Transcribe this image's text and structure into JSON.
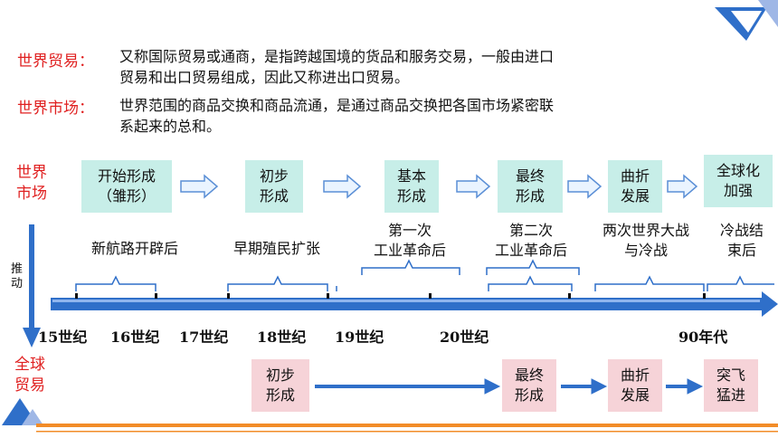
{
  "definitions": [
    {
      "term": "世界贸易：",
      "lines": [
        "又称国际贸易或通商，是指跨越国境的货品和服务交易，一般由进口",
        "贸易和出口贸易组成，因此又称进出口贸易。"
      ]
    },
    {
      "term": "世界市场：",
      "lines": [
        "世界范围的商品交换和商品流通，是通过商品交换把各国市场紧密联",
        "系起来的总和。"
      ]
    }
  ],
  "market": {
    "label": [
      "世界",
      "市场"
    ],
    "stages": [
      [
        "开始形成",
        "（雏形）"
      ],
      [
        "初步",
        "形成"
      ],
      [
        "基本",
        "形成"
      ],
      [
        "最终",
        "形成"
      ],
      [
        "曲折",
        "发展"
      ],
      [
        "全球化",
        "加强"
      ]
    ]
  },
  "events": [
    [
      "新航路开辟后"
    ],
    [
      "早期殖民扩张"
    ],
    [
      "第一次",
      "工业革命后"
    ],
    [
      "第二次",
      "工业革命后"
    ],
    [
      "两次世界大战",
      "与冷战"
    ],
    [
      "冷战结",
      "束后"
    ]
  ],
  "push_label": [
    "推",
    "动"
  ],
  "timeline_labels": [
    "15世纪",
    "16世纪",
    "17世纪",
    "18世纪",
    "19世纪",
    "20世纪",
    "90年代"
  ],
  "trade": {
    "label": [
      "全球",
      "贸易"
    ],
    "stages": [
      [
        "初步",
        "形成"
      ],
      [
        "最终",
        "形成"
      ],
      [
        "曲折",
        "发展"
      ],
      [
        "突飞",
        "猛进"
      ]
    ]
  },
  "colors": {
    "accent_red": "#e02020",
    "axis_blue": "#2f6fc9",
    "stage_cyan": "#c7eee8",
    "stage_pink": "#f6d3d8",
    "bottom_orange": "#f28c28"
  }
}
